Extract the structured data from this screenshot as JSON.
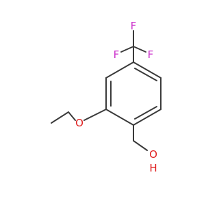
{
  "structure": {
    "atoms": {
      "f_top": "F",
      "f_left": "F",
      "f_right": "F",
      "o_ether": "O",
      "o_alcohol": "O",
      "h_alcohol": "H"
    },
    "colors": {
      "bond": "#3a3a3a",
      "fluorine": "#cc33cc",
      "oxygen": "#e02020"
    }
  }
}
